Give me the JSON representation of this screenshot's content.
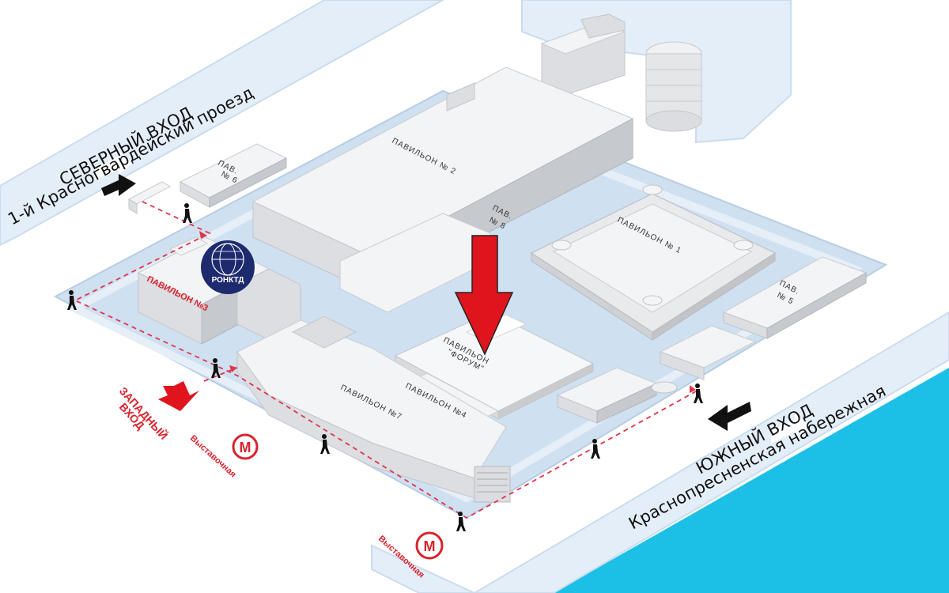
{
  "map": {
    "pavilions": {
      "p1": "ПАВИЛЬОН № 1",
      "p2": "ПАВИЛЬОН № 2",
      "p3": "ПАВИЛЬОН №3",
      "p4": "ПАВИЛЬОН №4",
      "p5_line1": "ПАВ.",
      "p5_line2": "№ 5",
      "p6_line1": "ПАВ.",
      "p6_line2": "№ 6",
      "p7": "ПАВИЛЬОН №7",
      "p8_line1": "ПАВ.",
      "p8_line2": "№ 8",
      "forum_line1": "ПАВИЛЬОН",
      "forum_line2": "\"ФОРУМ\""
    },
    "north_entrance": {
      "title": "СЕВЕРНЫЙ ВХОД",
      "street": "1-й Красногвардейский проезд"
    },
    "south_entrance": {
      "title": "ЮЖНЫЙ ВХОД",
      "street": "Краснопресненская набережная"
    },
    "west_entrance": {
      "line1": "ЗАПАДНЫЙ",
      "line2": "ВХОД"
    },
    "metro": [
      {
        "symbol": "М",
        "station": "Выставочная"
      },
      {
        "symbol": "М",
        "station": "Выставочная"
      }
    ],
    "logo_text": "РОНКТД",
    "colors": {
      "road": "#e4eef8",
      "plaza": "#cfe0f1",
      "river": "#1cc0e6",
      "route": "#e0364a",
      "highlight_arrow": "#e0141c",
      "logo_bg": "#1e2a6e"
    }
  }
}
